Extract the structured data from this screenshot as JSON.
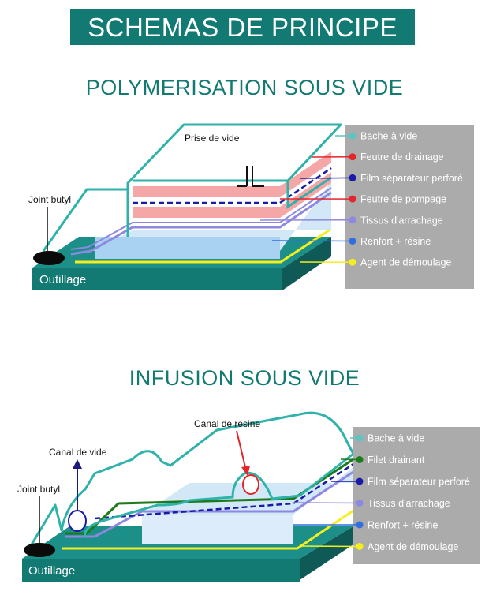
{
  "banner": "SCHEMAS DE PRINCIPE",
  "diagram1": {
    "title": "POLYMERISATION SOUS VIDE",
    "callouts": {
      "prise_de_vide": "Prise de vide",
      "joint_butyl": "Joint butyl",
      "outillage": "Outillage"
    },
    "legend": [
      {
        "label": "Bache à vide",
        "color": "#5fc3c0"
      },
      {
        "label": "Feutre de drainage",
        "color": "#e3262b"
      },
      {
        "label": "Film séparateur perforé",
        "color": "#1a1aa8"
      },
      {
        "label": "Feutre de pompage",
        "color": "#e3262b"
      },
      {
        "label": "Tissus d'arrachage",
        "color": "#8f88e0"
      },
      {
        "label": "Renfort + résine",
        "color": "#2f6fe0"
      },
      {
        "label": "Agent de démoulage",
        "color": "#f4ee20"
      }
    ]
  },
  "diagram2": {
    "title": "INFUSION SOUS VIDE",
    "callouts": {
      "canal_de_resine": "Canal de résine",
      "canal_de_vide": "Canal de vide",
      "joint_butyl": "Joint butyl",
      "outillage": "Outillage"
    },
    "legend": [
      {
        "label": "Bache à vide",
        "color": "#5fc3c0"
      },
      {
        "label": "Filet drainant",
        "color": "#1d7a1d"
      },
      {
        "label": "Film séparateur perforé",
        "color": "#1a1aa8"
      },
      {
        "label": "Tissus d'arrachage",
        "color": "#8f88e0"
      },
      {
        "label": "Renfort + résine",
        "color": "#2f6fe0"
      },
      {
        "label": "Agent de démoulage",
        "color": "#f4ee20"
      }
    ]
  }
}
